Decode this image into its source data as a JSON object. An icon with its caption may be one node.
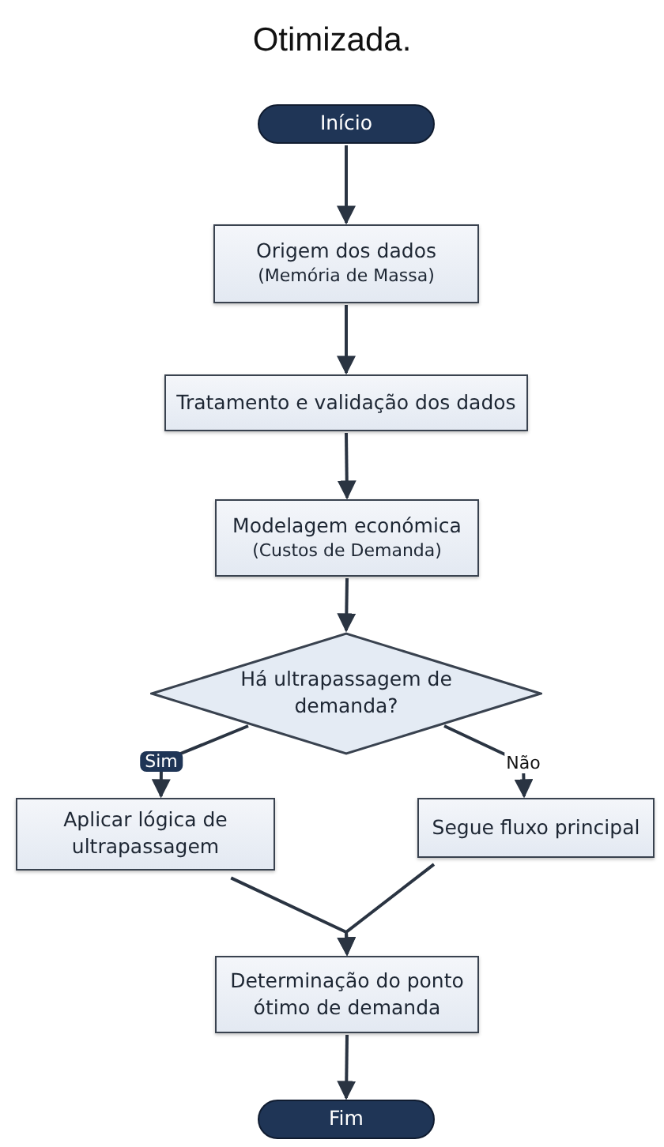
{
  "diagram": {
    "title": "Otimizada.",
    "nodes": [
      {
        "text": [
          "Início"
        ]
      },
      {
        "text": [
          "Origem dos dados",
          "(Memória de Massa)"
        ]
      },
      {
        "text": [
          "Tratamento e validação dos dados"
        ]
      },
      {
        "text": [
          "Modelagem económica",
          "(Custos de Demanda)"
        ]
      },
      {
        "text": [
          "Há ultrapassagem de demanda?"
        ]
      },
      {
        "text": [
          "Aplicar lógica de ultrapassagem"
        ]
      },
      {
        "text": [
          "Segue fluxo principal"
        ]
      },
      {
        "text": [
          "Determinação do ponto ótimo de demanda"
        ]
      },
      {
        "text": [
          "Fim"
        ]
      }
    ],
    "edges": [
      {
        "from": 0,
        "to": 1,
        "arrow": "to"
      },
      {
        "from": 1,
        "to": 2,
        "arrow": "to"
      },
      {
        "from": 2,
        "to": 3,
        "arrow": "to"
      },
      {
        "from": 3,
        "to": 4,
        "arrow": "to"
      },
      {
        "from": 4,
        "to": 5,
        "arrow": "to",
        "label": "Sim"
      },
      {
        "from": 4,
        "to": 6,
        "arrow": "to",
        "label": "Não"
      },
      {
        "from": 5,
        "to": 7,
        "arrow": "to"
      },
      {
        "from": 6,
        "to": 7,
        "arrow": "to"
      },
      {
        "from": 7,
        "to": 8,
        "arrow": "to"
      }
    ]
  }
}
